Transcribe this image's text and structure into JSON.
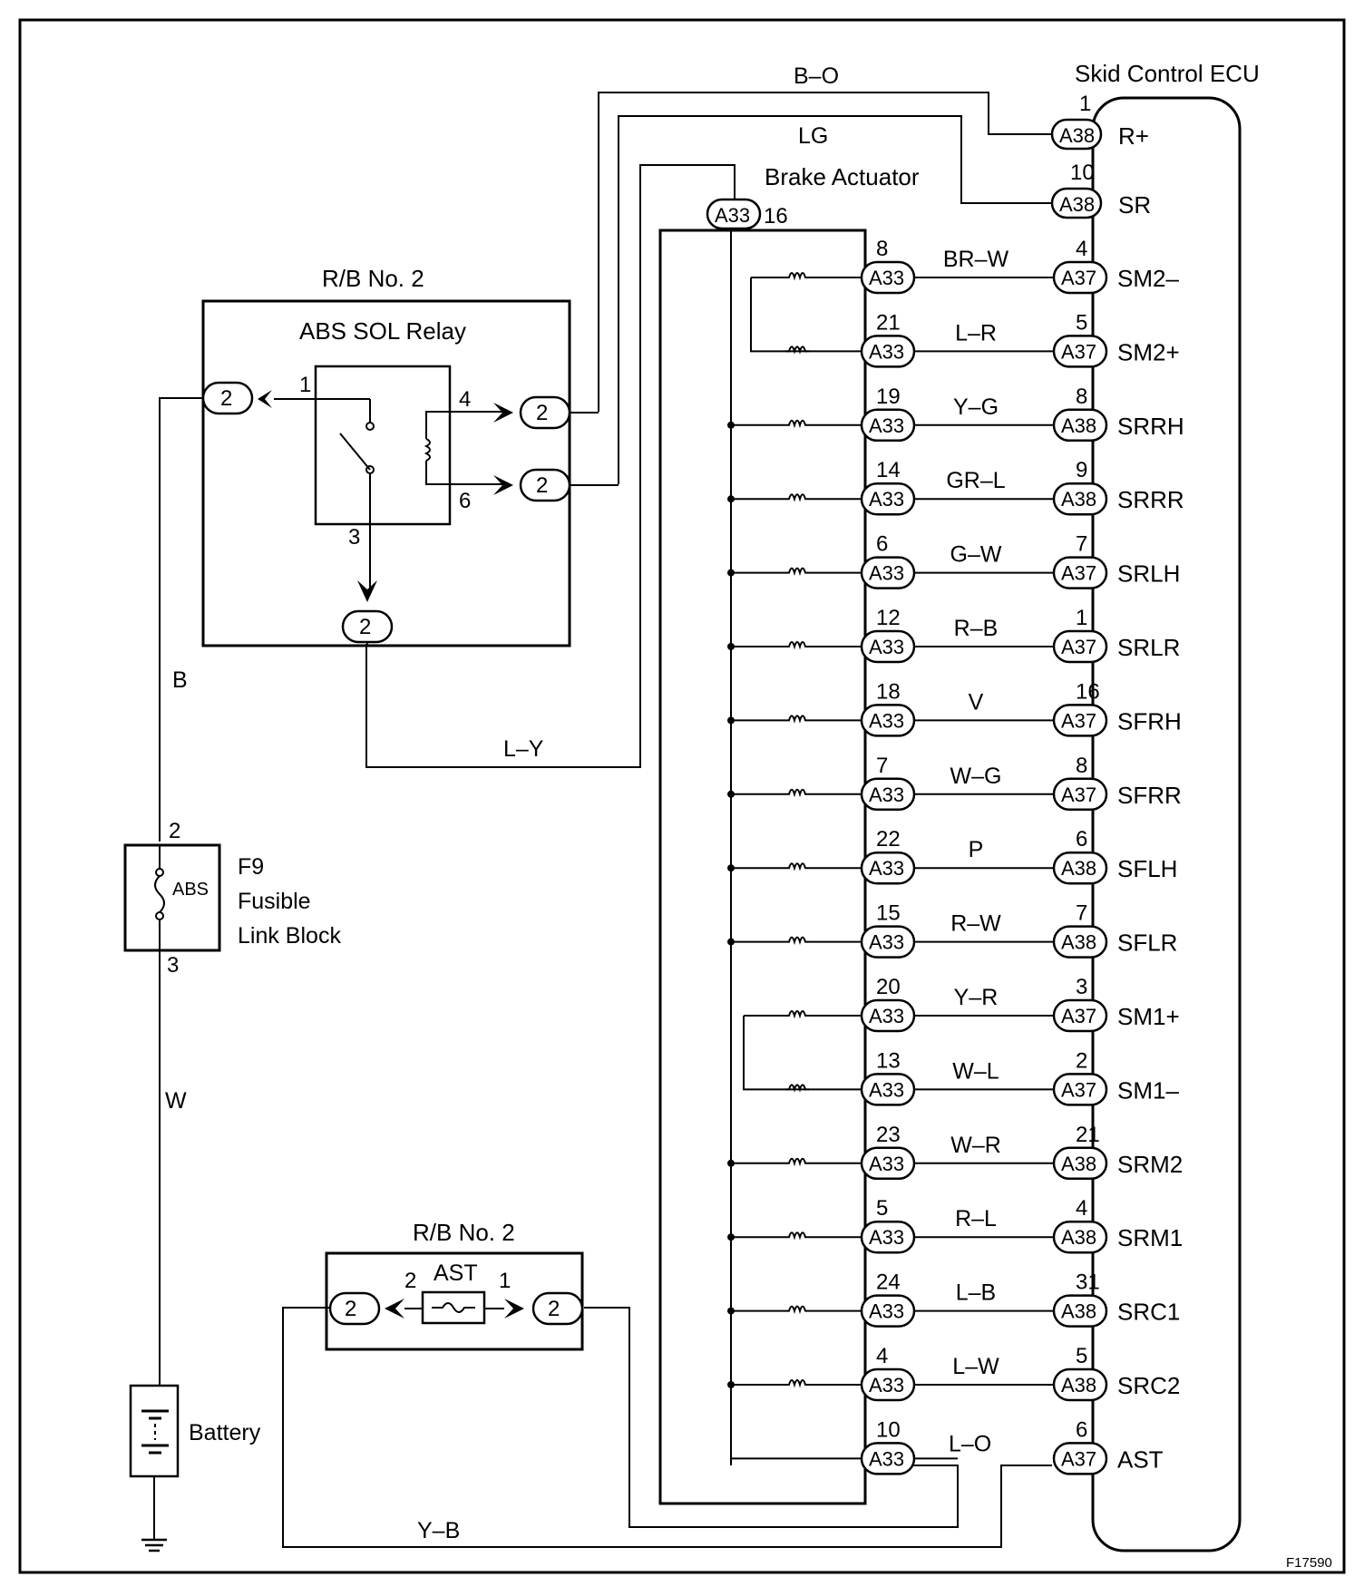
{
  "figure_id": "F17590",
  "ecu": {
    "title": "Skid Control ECU",
    "terminals": [
      {
        "conn": "A38",
        "pin": "1",
        "name": "R+"
      },
      {
        "conn": "A38",
        "pin": "10",
        "name": "SR"
      }
    ]
  },
  "brake_actuator": {
    "title": "Brake Actuator",
    "feed_connector": "A33",
    "feed_pin": "16"
  },
  "wires_top": {
    "bo": "B–O",
    "lg": "LG",
    "ly": "L–Y",
    "b": "B",
    "w": "W",
    "yb": "Y–B"
  },
  "relay_block": {
    "title": "R/B No. 2",
    "relay_name": "ABS SOL Relay",
    "pin_1": "1",
    "pin_3": "3",
    "pin_4": "4",
    "pin_6": "6",
    "conn_label": "2"
  },
  "fusible_link": {
    "id": "F9",
    "line1": "Fusible",
    "line2": "Link Block",
    "fuse_name": "ABS",
    "pin_top": "2",
    "pin_bottom": "3"
  },
  "ast_block": {
    "title": "R/B No. 2",
    "fuse_name": "AST",
    "pin_left": "2",
    "pin_right": "1",
    "conn_label": "2"
  },
  "battery": {
    "label": "Battery"
  },
  "circuits": [
    {
      "a33_pin": "8",
      "wire": "BR–W",
      "ecu_conn": "A37",
      "ecu_pin": "4",
      "signal": "SM2–",
      "type": "motor_a"
    },
    {
      "a33_pin": "21",
      "wire": "L–R",
      "ecu_conn": "A37",
      "ecu_pin": "5",
      "signal": "SM2+",
      "type": "motor_b"
    },
    {
      "a33_pin": "19",
      "wire": "Y–G",
      "ecu_conn": "A38",
      "ecu_pin": "8",
      "signal": "SRRH",
      "type": "sol"
    },
    {
      "a33_pin": "14",
      "wire": "GR–L",
      "ecu_conn": "A38",
      "ecu_pin": "9",
      "signal": "SRRR",
      "type": "sol"
    },
    {
      "a33_pin": "6",
      "wire": "G–W",
      "ecu_conn": "A37",
      "ecu_pin": "7",
      "signal": "SRLH",
      "type": "sol"
    },
    {
      "a33_pin": "12",
      "wire": "R–B",
      "ecu_conn": "A37",
      "ecu_pin": "1",
      "signal": "SRLR",
      "type": "sol"
    },
    {
      "a33_pin": "18",
      "wire": "V",
      "ecu_conn": "A37",
      "ecu_pin": "16",
      "signal": "SFRH",
      "type": "sol"
    },
    {
      "a33_pin": "7",
      "wire": "W–G",
      "ecu_conn": "A37",
      "ecu_pin": "8",
      "signal": "SFRR",
      "type": "sol"
    },
    {
      "a33_pin": "22",
      "wire": "P",
      "ecu_conn": "A38",
      "ecu_pin": "6",
      "signal": "SFLH",
      "type": "sol"
    },
    {
      "a33_pin": "15",
      "wire": "R–W",
      "ecu_conn": "A38",
      "ecu_pin": "7",
      "signal": "SFLR",
      "type": "sol"
    },
    {
      "a33_pin": "20",
      "wire": "Y–R",
      "ecu_conn": "A37",
      "ecu_pin": "3",
      "signal": "SM1+",
      "type": "motor_a"
    },
    {
      "a33_pin": "13",
      "wire": "W–L",
      "ecu_conn": "A37",
      "ecu_pin": "2",
      "signal": "SM1–",
      "type": "motor_b"
    },
    {
      "a33_pin": "23",
      "wire": "W–R",
      "ecu_conn": "A38",
      "ecu_pin": "21",
      "signal": "SRM2",
      "type": "sol"
    },
    {
      "a33_pin": "5",
      "wire": "R–L",
      "ecu_conn": "A38",
      "ecu_pin": "4",
      "signal": "SRM1",
      "type": "sol"
    },
    {
      "a33_pin": "24",
      "wire": "L–B",
      "ecu_conn": "A38",
      "ecu_pin": "31",
      "signal": "SRC1",
      "type": "sol"
    },
    {
      "a33_pin": "4",
      "wire": "L–W",
      "ecu_conn": "A38",
      "ecu_pin": "5",
      "signal": "SRC2",
      "type": "sol"
    },
    {
      "a33_pin": "10",
      "wire": "L–O",
      "ecu_conn": "A37",
      "ecu_pin": "6",
      "signal": "AST",
      "type": "ast"
    }
  ]
}
